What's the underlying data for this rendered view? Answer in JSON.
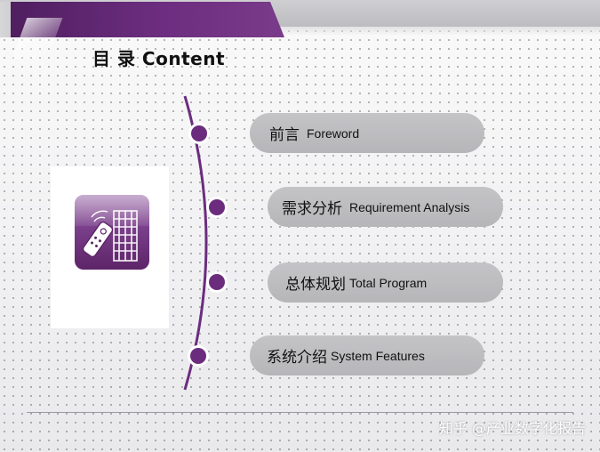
{
  "header": {
    "title": "目 录 Content"
  },
  "sidebar_icon": {
    "name": "remote-control-building-icon",
    "colors": {
      "top": "#9b6aa8",
      "bottom": "#5d2468"
    }
  },
  "timeline": {
    "color": "#6b2c7e"
  },
  "menu": {
    "items": [
      {
        "zh": "前言",
        "en": "Foreword"
      },
      {
        "zh": "需求分析",
        "en": "Requirement Analysis"
      },
      {
        "zh": "总体规划",
        "en": "Total Program"
      },
      {
        "zh": "系统介绍",
        "en": "System Features"
      }
    ]
  },
  "footer": {
    "watermark": "知乎 @产业数字化报告"
  },
  "colors": {
    "accent": "#6b2c7e",
    "pill": "#bdbdc0"
  }
}
